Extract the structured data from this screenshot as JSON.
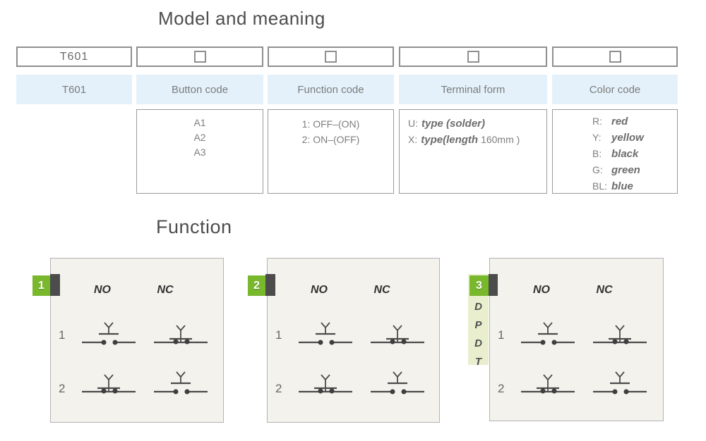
{
  "page": {
    "title": "Model and meaning",
    "function_title": "Function"
  },
  "colors": {
    "accent_green": "#79b82d",
    "dpdt_strip_green": "#e9efce",
    "header_blue": "#e4f1fa",
    "panel_beige": "#f4f2ec"
  },
  "model_table": {
    "model_code": "T601",
    "headers": [
      "T601",
      "Button code",
      "Function code",
      "Terminal form",
      "Color code"
    ],
    "button_codes": [
      "A1",
      "A2",
      "A3"
    ],
    "function_codes": [
      "1: OFF–(ON)",
      "2: ON–(OFF)"
    ],
    "terminal_forms": [
      {
        "prefix": "U:",
        "styled": "type (solder)",
        "suffix": ""
      },
      {
        "prefix": "X:",
        "styled": "type(length",
        "suffix": "160mm )"
      }
    ],
    "color_codes": [
      {
        "prefix": "R:",
        "styled": "red"
      },
      {
        "prefix": "Y:",
        "styled": "yellow"
      },
      {
        "prefix": "B:",
        "styled": "black"
      },
      {
        "prefix": "G:",
        "styled": "green"
      },
      {
        "prefix": "BL:",
        "styled": "blue"
      }
    ]
  },
  "function_panels": [
    {
      "badge": "1",
      "no_label": "NO",
      "nc_label": "NC",
      "row_labels": [
        "1",
        "2"
      ],
      "rows": [
        {
          "no": "open",
          "nc": "closed"
        },
        {
          "no": "closed",
          "nc": "open"
        }
      ]
    },
    {
      "badge": "2",
      "no_label": "NO",
      "nc_label": "NC",
      "row_labels": [
        "1",
        "2"
      ],
      "rows": [
        {
          "no": "open",
          "nc": "closed"
        },
        {
          "no": "closed",
          "nc": "open"
        }
      ]
    },
    {
      "badge": "3",
      "dpdt_letters": [
        "D",
        "P",
        "D",
        "T"
      ],
      "no_label": "NO",
      "nc_label": "NC",
      "row_labels": [
        "1",
        "2"
      ],
      "rows": [
        {
          "no": "open",
          "nc": "closed"
        },
        {
          "no": "closed",
          "nc": "open"
        }
      ]
    }
  ]
}
